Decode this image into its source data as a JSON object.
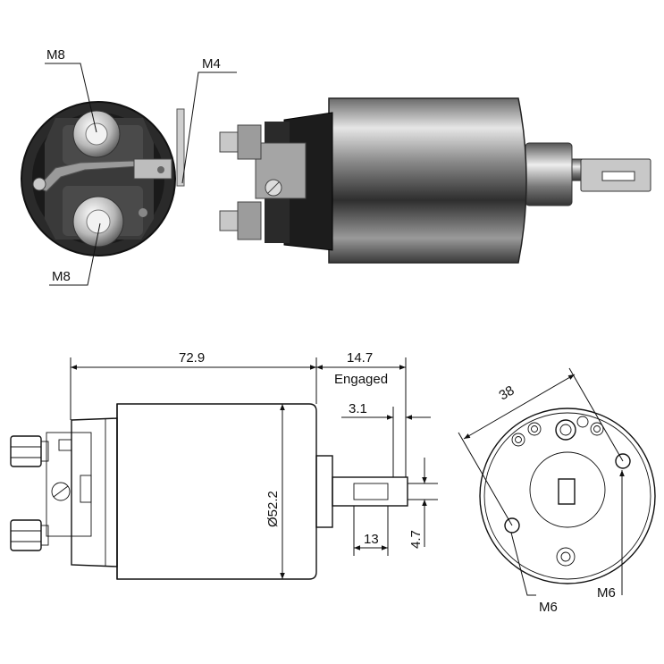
{
  "photo_labels": {
    "m8_top": "M8",
    "m4": "M4",
    "m8_bottom": "M8"
  },
  "side_view": {
    "length": "72.9",
    "stroke": "14.7",
    "stroke_note": "Engaged",
    "offset": "3.1",
    "diameter": "Ø52.2",
    "plunger_length": "13",
    "plunger_width": "4.7"
  },
  "end_view": {
    "spacing": "38",
    "hole_left": "M6",
    "hole_right": "M6"
  },
  "colors": {
    "line": "#111111",
    "photo_dark": "#1c1c1c",
    "photo_metal": "#9a9a9a"
  }
}
